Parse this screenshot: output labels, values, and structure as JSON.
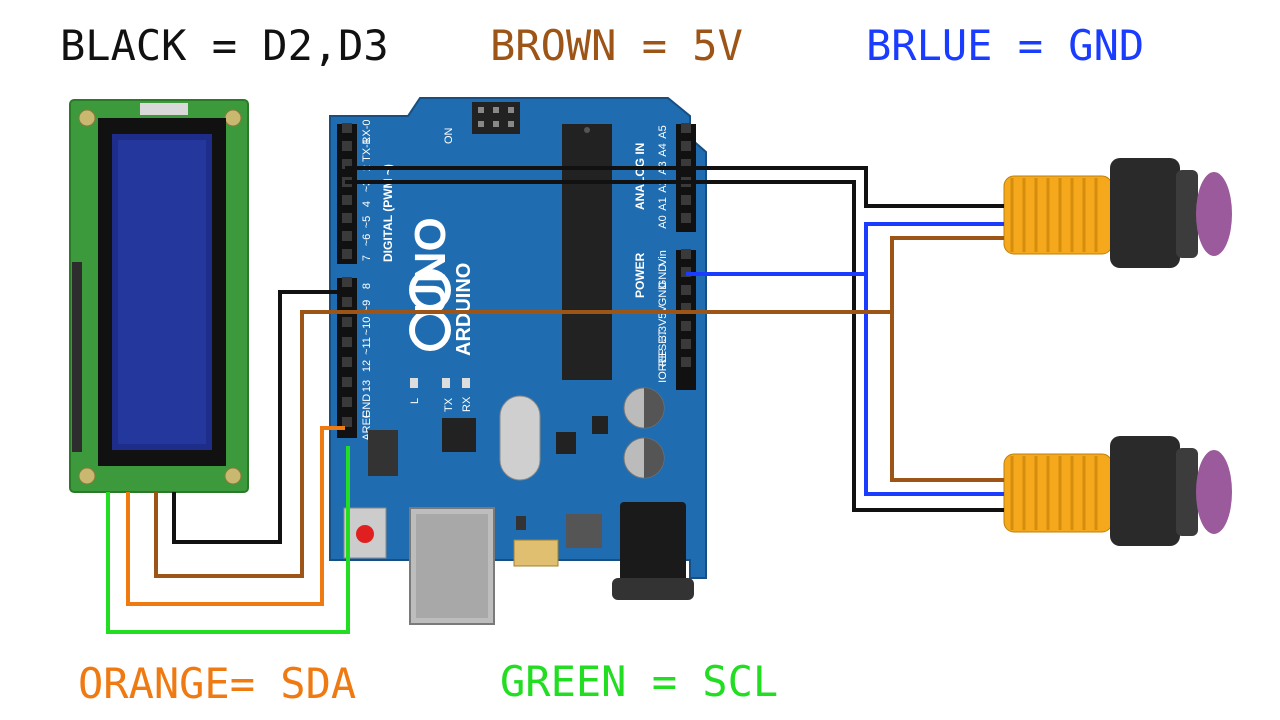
{
  "legend": {
    "black": "BLACK = D2,D3",
    "brown": "BROWN = 5V",
    "blue": "BRLUE = GND",
    "orange": "ORANGE= SDA",
    "green": "GREEN = SCL"
  },
  "colors": {
    "black": "#111111",
    "brown": "#9c5516",
    "blue": "#1a3cff",
    "orange": "#f07a12",
    "green": "#22dd22",
    "board": "#1f6db0",
    "lcd_pcb": "#3c9a3c",
    "lcd_screen": "#1f2d8a",
    "sensor_body": "#f5a81c",
    "sensor_lens": "#9b5a9b"
  },
  "board": {
    "uno": "UNO",
    "brand": "ARDUINO",
    "digital_header": "DIGITAL (PWM ~)",
    "analog_header": "ANALOG IN",
    "power_header": "POWER",
    "on_led": "ON",
    "led_l": "L",
    "led_tx": "TX",
    "led_rx": "RX",
    "digital_pins": [
      "RX-0",
      "TX-1",
      "2",
      "~3",
      "4",
      "~5",
      "~6",
      "7"
    ],
    "digital_pins_b": [
      "8",
      "~9",
      "~10",
      "~11",
      "12",
      "13",
      "GND",
      "AREF"
    ],
    "analog_pins": [
      "A5",
      "A4",
      "A3",
      "A2",
      "A1",
      "A0"
    ],
    "power_pins": [
      "Vin",
      "GND",
      "GND",
      "5V",
      "3.3V",
      "RESET",
      "IOREF"
    ]
  }
}
